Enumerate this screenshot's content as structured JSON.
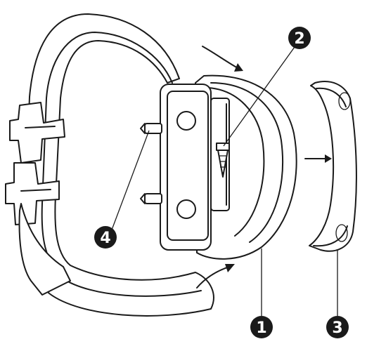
{
  "callouts": [
    {
      "id": "1",
      "label": "1"
    },
    {
      "id": "2",
      "label": "2"
    },
    {
      "id": "3",
      "label": "3"
    },
    {
      "id": "4",
      "label": "4"
    }
  ],
  "colors": {
    "ink": "#1a1a1a",
    "paper": "#ffffff"
  }
}
